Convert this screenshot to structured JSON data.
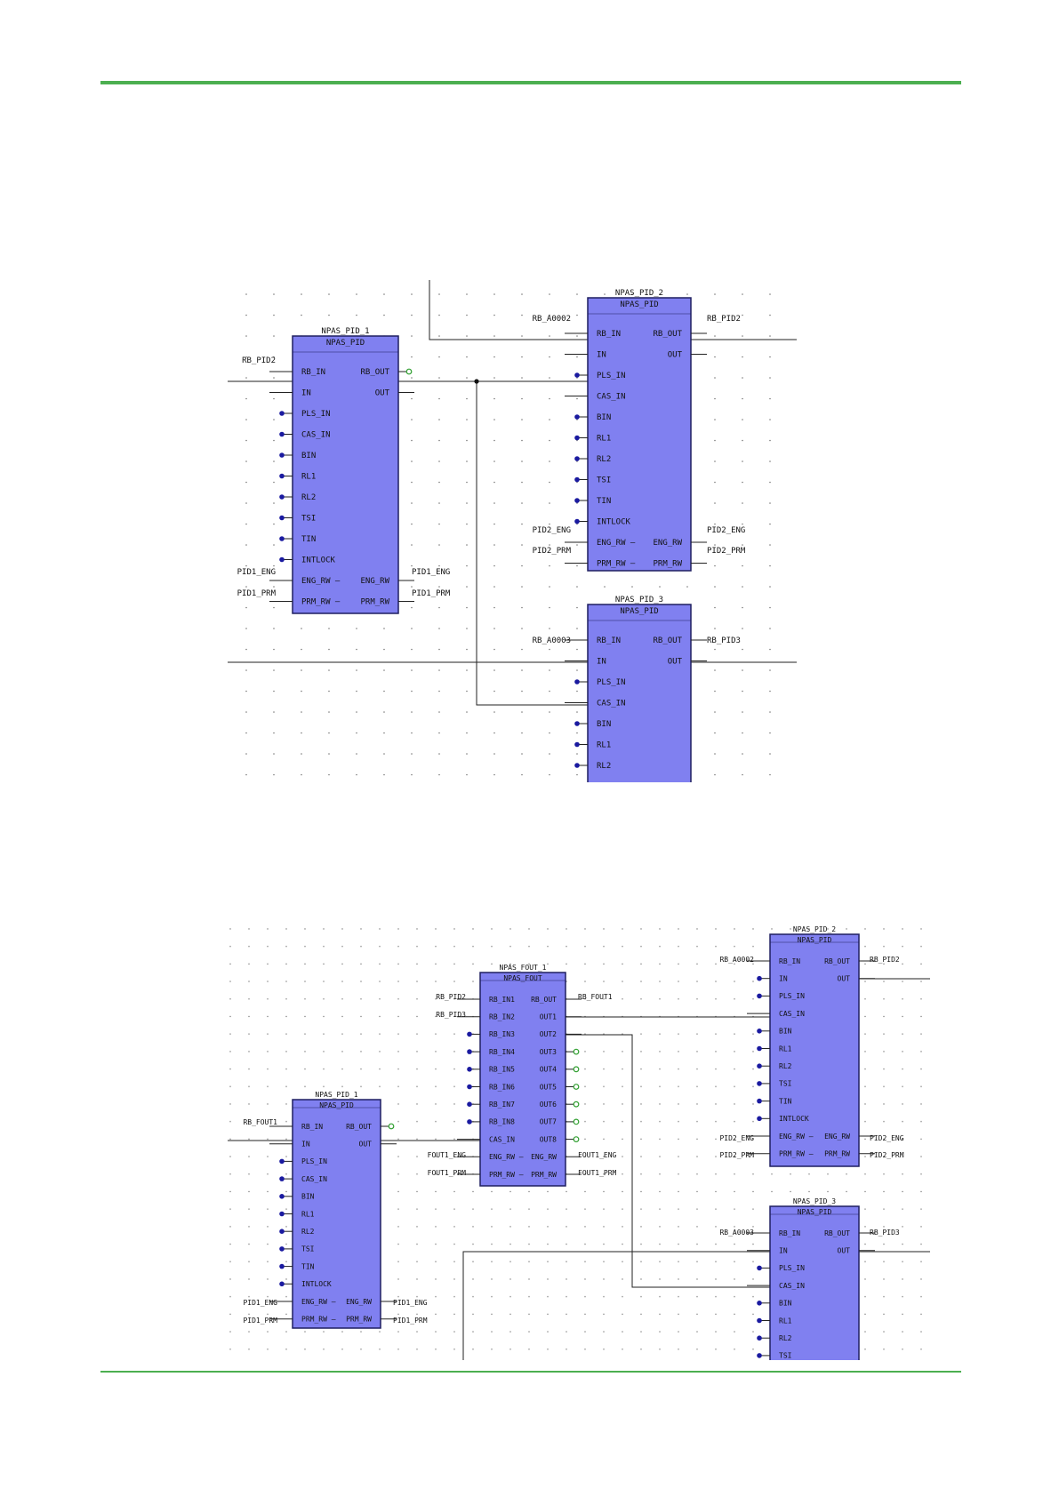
{
  "colors": {
    "accent_rule": "#4caf50",
    "block_fill": "#8080f0",
    "block_border": "#1f1f60",
    "free_input_marker": "#1a1aa0",
    "free_output_marker": "#2e9e2e"
  },
  "diagram1": {
    "blocks": [
      {
        "key": "pid1",
        "name": "NPAS_PID_1",
        "type": "NPAS_PID",
        "inputs": [
          "RB_IN",
          "IN",
          "PLS_IN",
          "CAS_IN",
          "BIN",
          "RL1",
          "RL2",
          "TSI",
          "TIN",
          "INTLOCK",
          "ENG_RW —",
          "PRM_RW —"
        ],
        "outputs": [
          "RB_OUT",
          "OUT",
          "",
          "",
          "",
          "",
          "",
          "",
          "",
          "",
          "ENG_RW",
          "PRM_RW"
        ]
      },
      {
        "key": "pid2",
        "name": "NPAS_PID_2",
        "type": "NPAS_PID",
        "inputs": [
          "RB_IN",
          "IN",
          "PLS_IN",
          "CAS_IN",
          "BIN",
          "RL1",
          "RL2",
          "TSI",
          "TIN",
          "INTLOCK",
          "ENG_RW —",
          "PRM_RW —"
        ],
        "outputs": [
          "RB_OUT",
          "OUT",
          "",
          "",
          "",
          "",
          "",
          "",
          "",
          "",
          "ENG_RW",
          "PRM_RW"
        ]
      },
      {
        "key": "pid3",
        "name": "NPAS_PID_3",
        "type": "NPAS_PID",
        "inputs": [
          "RB_IN",
          "IN",
          "PLS_IN",
          "CAS_IN",
          "BIN",
          "RL1",
          "RL2"
        ],
        "outputs": [
          "RB_OUT",
          "OUT",
          "",
          "",
          "",
          "",
          ""
        ]
      }
    ],
    "tags": [
      "RB_PID2",
      "PID1_ENG",
      "PID1_PRM",
      "PID1_ENG",
      "PID1_PRM",
      "RB_A0002",
      "RB_PID2",
      "PID2_ENG",
      "PID2_PRM",
      "PID2_ENG",
      "PID2_PRM",
      "RB_A0003",
      "RB_PID3"
    ]
  },
  "diagram2": {
    "blocks": [
      {
        "key": "pid1",
        "name": "NPAS_PID_1",
        "type": "NPAS_PID",
        "inputs": [
          "RB_IN",
          "IN",
          "PLS_IN",
          "CAS_IN",
          "BIN",
          "RL1",
          "RL2",
          "TSI",
          "TIN",
          "INTLOCK",
          "ENG_RW —",
          "PRM_RW —"
        ],
        "outputs": [
          "RB_OUT",
          "OUT",
          "",
          "",
          "",
          "",
          "",
          "",
          "",
          "",
          "ENG_RW",
          "PRM_RW"
        ]
      },
      {
        "key": "fout1",
        "name": "NPAS_FOUT_1",
        "type": "NPAS_FOUT",
        "inputs": [
          "RB_IN1",
          "RB_IN2",
          "RB_IN3",
          "RB_IN4",
          "RB_IN5",
          "RB_IN6",
          "RB_IN7",
          "RB_IN8",
          "CAS_IN",
          "ENG_RW —",
          "PRM_RW —"
        ],
        "outputs": [
          "RB_OUT",
          "OUT1",
          "OUT2",
          "OUT3",
          "OUT4",
          "OUT5",
          "OUT6",
          "OUT7",
          "OUT8",
          "ENG_RW",
          "PRM_RW"
        ]
      },
      {
        "key": "pid2",
        "name": "NPAS_PID_2",
        "type": "NPAS_PID",
        "inputs": [
          "RB_IN",
          "IN",
          "PLS_IN",
          "CAS_IN",
          "BIN",
          "RL1",
          "RL2",
          "TSI",
          "TIN",
          "INTLOCK",
          "ENG_RW —",
          "PRM_RW —"
        ],
        "outputs": [
          "RB_OUT",
          "OUT",
          "",
          "",
          "",
          "",
          "",
          "",
          "",
          "",
          "ENG_RW",
          "PRM_RW"
        ]
      },
      {
        "key": "pid3",
        "name": "NPAS_PID_3",
        "type": "NPAS_PID",
        "inputs": [
          "RB_IN",
          "IN",
          "PLS_IN",
          "CAS_IN",
          "BIN",
          "RL1",
          "RL2",
          "TSI"
        ],
        "outputs": [
          "RB_OUT",
          "OUT",
          "",
          "",
          "",
          "",
          "",
          ""
        ]
      }
    ],
    "tags": [
      "RB_FOUT1",
      "PID1_ENG",
      "PID1_PRM",
      "PID1_ENG",
      "PID1_PRM",
      "RB_PID2",
      "RB_PID3",
      "RB_FOUT1",
      "FOUT1_ENG",
      "FOUT1_PRM",
      "FOUT1_ENG",
      "FOUT1_PRM",
      "RB_A0002",
      "RB_PID2",
      "PID2_ENG",
      "PID2_PRM",
      "PID2_ENG",
      "PID2_PRM",
      "RB_A0003",
      "RB_PID3"
    ]
  }
}
